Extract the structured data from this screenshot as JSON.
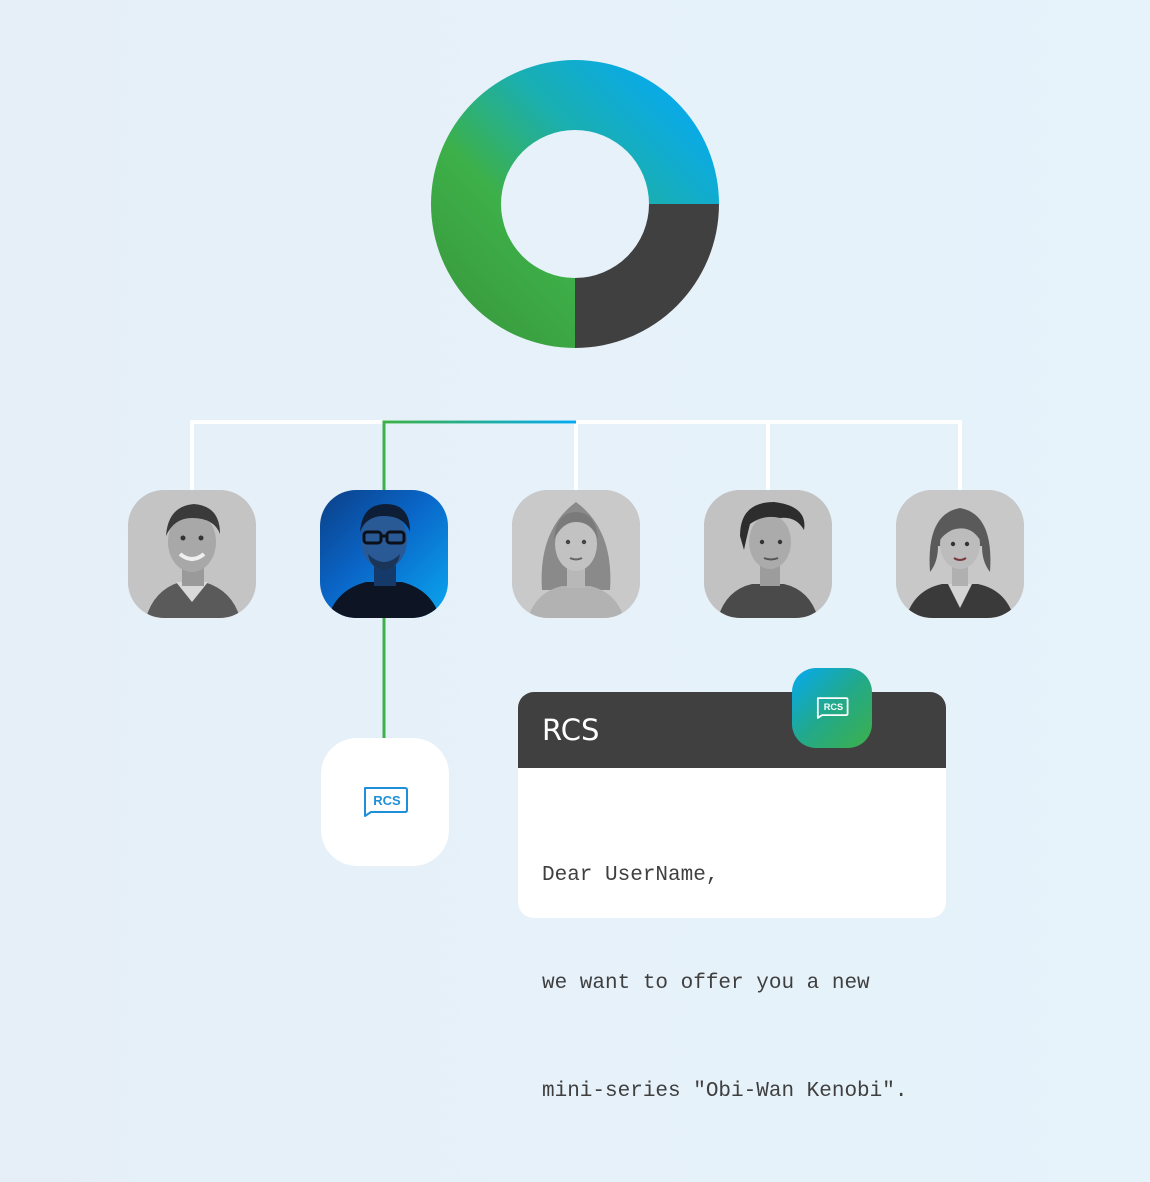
{
  "colors": {
    "accent_blue": "#06a9f2",
    "accent_green": "#3db049",
    "dark": "#404040",
    "connector_white": "#ffffff"
  },
  "chart_data": {
    "type": "pie",
    "donut": true,
    "values": [
      75,
      25
    ],
    "colors": [
      "gradient-green-blue",
      "#404040"
    ],
    "title": "",
    "legend": "none"
  },
  "avatars": [
    {
      "icon": "smiling-man-photo",
      "selected": false
    },
    {
      "icon": "man-with-glasses-photo",
      "selected": true
    },
    {
      "icon": "woman-photo",
      "selected": false
    },
    {
      "icon": "young-man-photo",
      "selected": false
    },
    {
      "icon": "businesswoman-photo",
      "selected": false
    }
  ],
  "rcs_icon": {
    "label": "RCS",
    "icon": "rcs-message-icon"
  },
  "message_card": {
    "title": "RCS",
    "badge_label": "RCS",
    "badge_icon": "rcs-message-icon",
    "lines": [
      "Dear UserName,",
      "we want to offer you a new",
      "mini-series \"Obi-Wan Kenobi\"."
    ]
  }
}
